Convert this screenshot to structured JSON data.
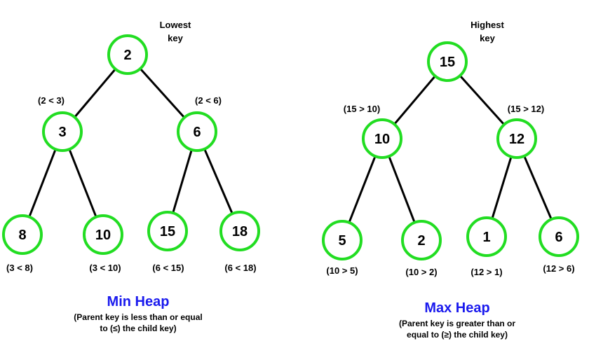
{
  "colors": {
    "node_stroke": "#22dd22",
    "edge": "#000000",
    "title": "#1a1aee"
  },
  "min_heap": {
    "title": "Min Heap",
    "subtitle_line1": "(Parent key is less than or equal",
    "subtitle_line2": "to (≤) the child key)",
    "root_note_line1": "Lowest",
    "root_note_line2": "key",
    "nodes": [
      "2",
      "3",
      "6",
      "8",
      "10",
      "15",
      "18"
    ],
    "edge_labels": [
      "(2 < 3)",
      "(2 < 6)",
      "(3 < 8)",
      "(3 < 10)",
      "(6 < 15)",
      "(6 < 18)"
    ]
  },
  "max_heap": {
    "title": "Max Heap",
    "subtitle_line1": "(Parent key is greater than or",
    "subtitle_line2": "equal to (≥) the child key)",
    "root_note_line1": "Highest",
    "root_note_line2": "key",
    "nodes": [
      "15",
      "10",
      "12",
      "5",
      "2",
      "1",
      "6"
    ],
    "edge_labels": [
      "(15 > 10)",
      "(15 > 12)",
      "(10 > 5)",
      "(10 > 2)",
      "(12 > 1)",
      "(12 > 6)"
    ]
  }
}
